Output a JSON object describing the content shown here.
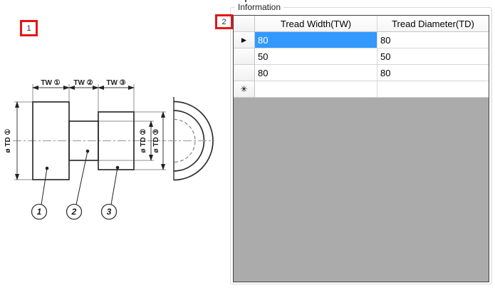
{
  "markers": {
    "m1": "1",
    "m2": "2"
  },
  "drawing": {
    "dims": {
      "tw1": "TW ①",
      "tw2": "TW ②",
      "tw3": "TW ③",
      "td1": "ø TD ①",
      "td2": "ø TD ②",
      "td3": "ø TD ③"
    },
    "parts": {
      "p1": "1",
      "p2": "2",
      "p3": "3"
    }
  },
  "panel": {
    "title": "Information",
    "grid": {
      "columns": [
        "Tread Width(TW)",
        "Tread Diameter(TD)"
      ],
      "rows": [
        [
          "80",
          "80"
        ],
        [
          "50",
          "50"
        ],
        [
          "80",
          "80"
        ]
      ],
      "indicators": {
        "current_row": "▶",
        "new_row": "✳"
      },
      "colors": {
        "selection": "#3399FF",
        "grid_background": "#ABABAB",
        "marker_red": "#E41616"
      }
    }
  }
}
